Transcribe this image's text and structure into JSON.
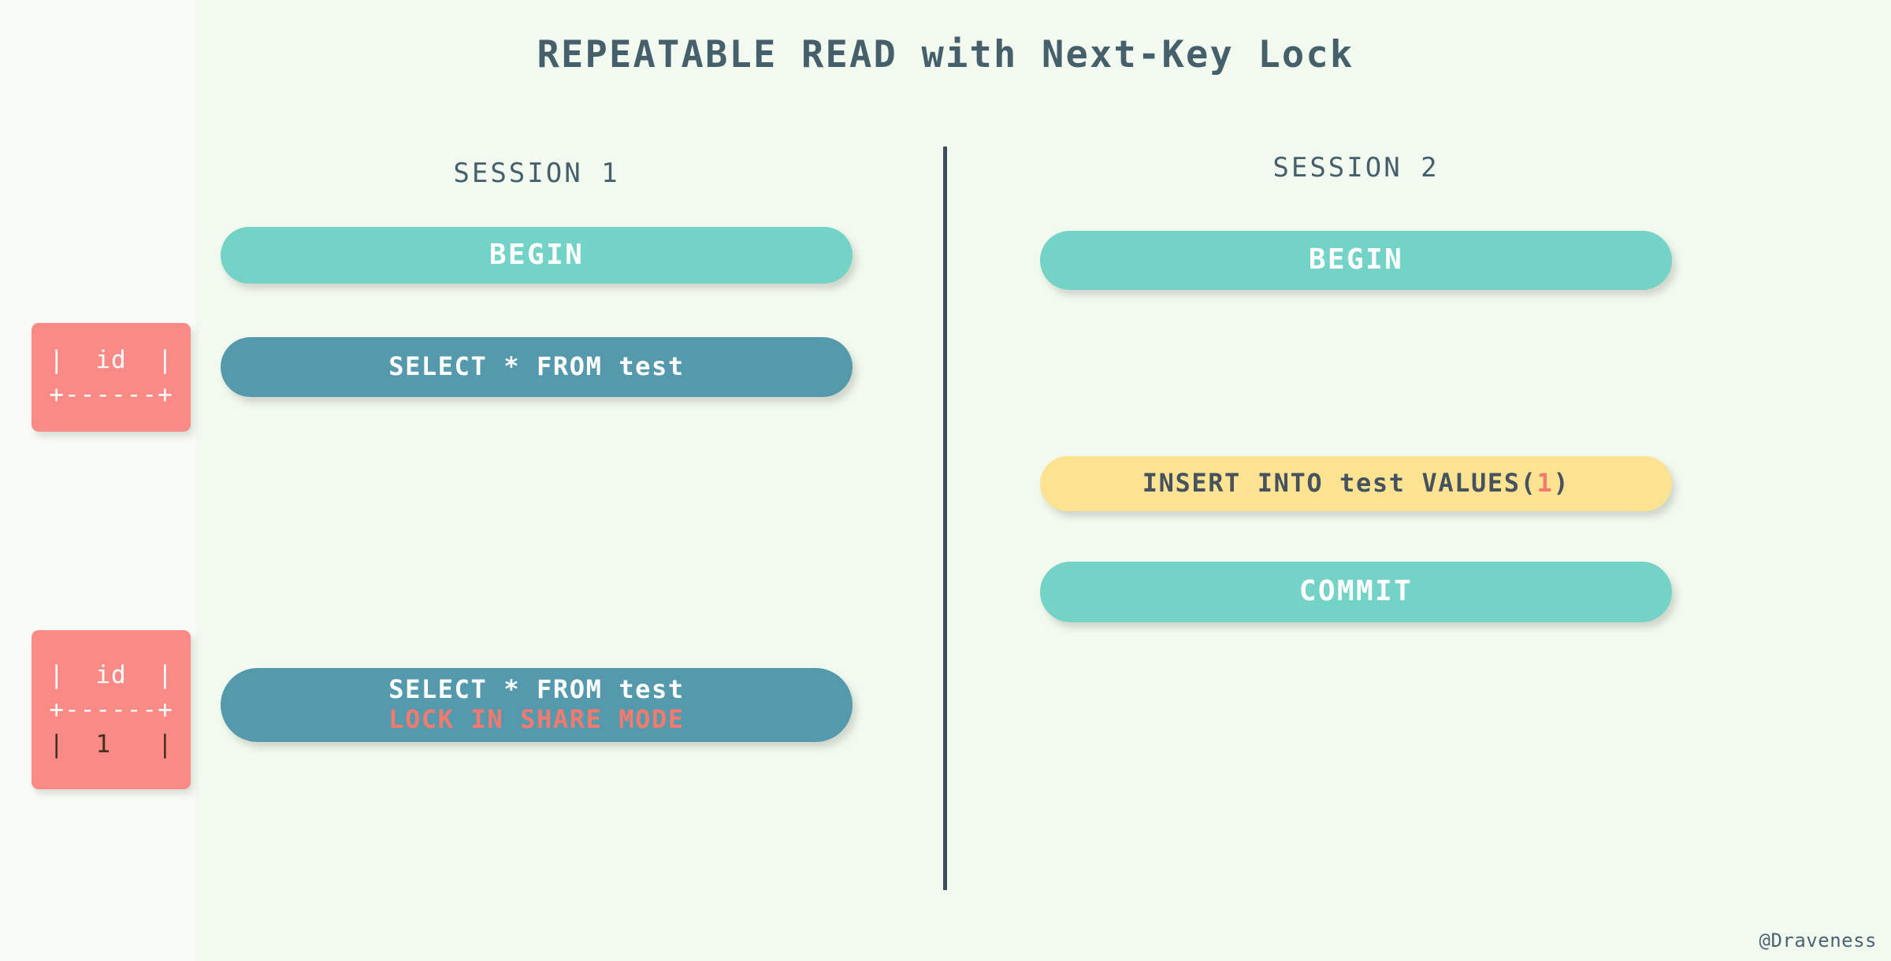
{
  "title": "REPEATABLE READ with Next-Key Lock",
  "colors": {
    "background": "#f2faf0",
    "title_text": "#46606b",
    "divider": "#3e4a5e",
    "pill_teal": "#73d3c6",
    "pill_steel": "#549aac",
    "pill_yellow": "#fbe391",
    "result_box": "#fa8a86",
    "accent_red": "#f4796f"
  },
  "sessions": {
    "left": {
      "label": "SESSION 1",
      "steps": [
        {
          "id": "s1-begin",
          "text": "BEGIN",
          "style": "teal"
        },
        {
          "id": "s1-select1",
          "text": "SELECT * FROM test",
          "style": "steel"
        },
        {
          "id": "s1-select2",
          "text": "SELECT * FROM test",
          "sub_text": "LOCK IN SHARE MODE",
          "style": "steel"
        }
      ]
    },
    "right": {
      "label": "SESSION 2",
      "steps": [
        {
          "id": "s2-begin",
          "text": "BEGIN",
          "style": "teal"
        },
        {
          "id": "s2-insert",
          "text_before": "INSERT INTO test VALUES(",
          "accent": "1",
          "text_after": ")",
          "style": "yellow"
        },
        {
          "id": "s2-commit",
          "text": "COMMIT",
          "style": "teal"
        }
      ]
    }
  },
  "results": [
    {
      "id": "result-box-1",
      "lines": [
        {
          "text": "|  id  |",
          "dark": false
        },
        {
          "text": "+------+",
          "dark": false
        }
      ]
    },
    {
      "id": "result-box-2",
      "lines": [
        {
          "text": "|  id  |",
          "dark": false
        },
        {
          "text": "+------+",
          "dark": false
        },
        {
          "text": "|  1   |",
          "dark": true
        }
      ]
    }
  ],
  "watermark": "@Draveness"
}
